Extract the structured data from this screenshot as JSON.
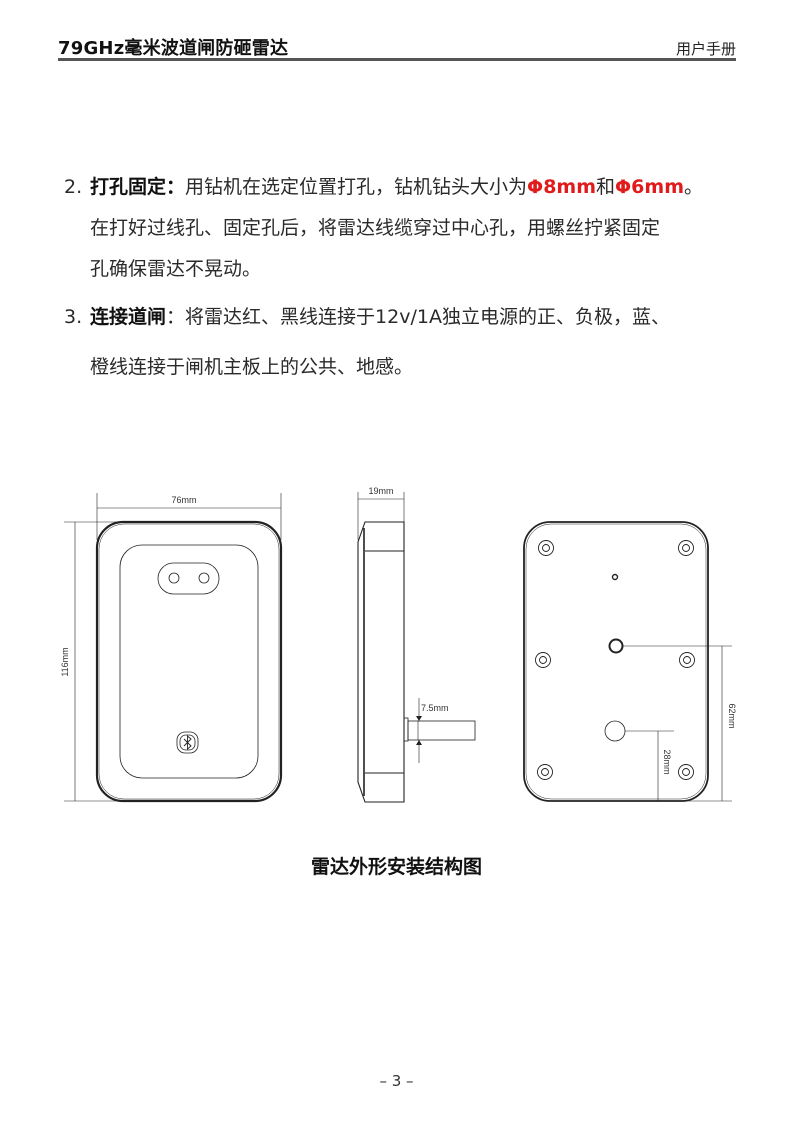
{
  "header": {
    "title": "79GHz毫米波道闸防砸雷达",
    "right_label": "用户手册"
  },
  "steps": [
    {
      "number": "2.",
      "heading": "打孔固定",
      "heading_sep": "：",
      "line1_text": "用钻机在选定位置打孔，钻机钻头大小为",
      "size_a": "Φ8mm",
      "connector": "和",
      "size_b": "Φ6mm",
      "line1_end": "。",
      "line2": "在打好过线孔、固定孔后，将雷达线缆穿过中心孔，用螺丝拧紧固定",
      "line3": "孔确保雷达不晃动。"
    },
    {
      "number": "3.",
      "heading": "连接道闸",
      "heading_sep": "：",
      "line1_text": "将雷达红、黑线连接于12v/1A独立电源的正、负极，蓝、",
      "line2": "橙线连接于闸机主板上的公共、地感。"
    }
  ],
  "figure": {
    "front_view": {
      "width_label": "76mm",
      "height_label": "116mm",
      "icon": "bluetooth-icon"
    },
    "side_view": {
      "depth_label": "19mm",
      "cable_label": "7.5mm"
    },
    "back_view": {
      "upper_hole_label": "62mm",
      "lower_hole_label": "28mm"
    },
    "caption": "雷达外形安装结构图"
  },
  "footer": {
    "page_number": "– 3 –"
  },
  "colors": {
    "accent_red": "#e01b1b",
    "rule": "#555555"
  }
}
